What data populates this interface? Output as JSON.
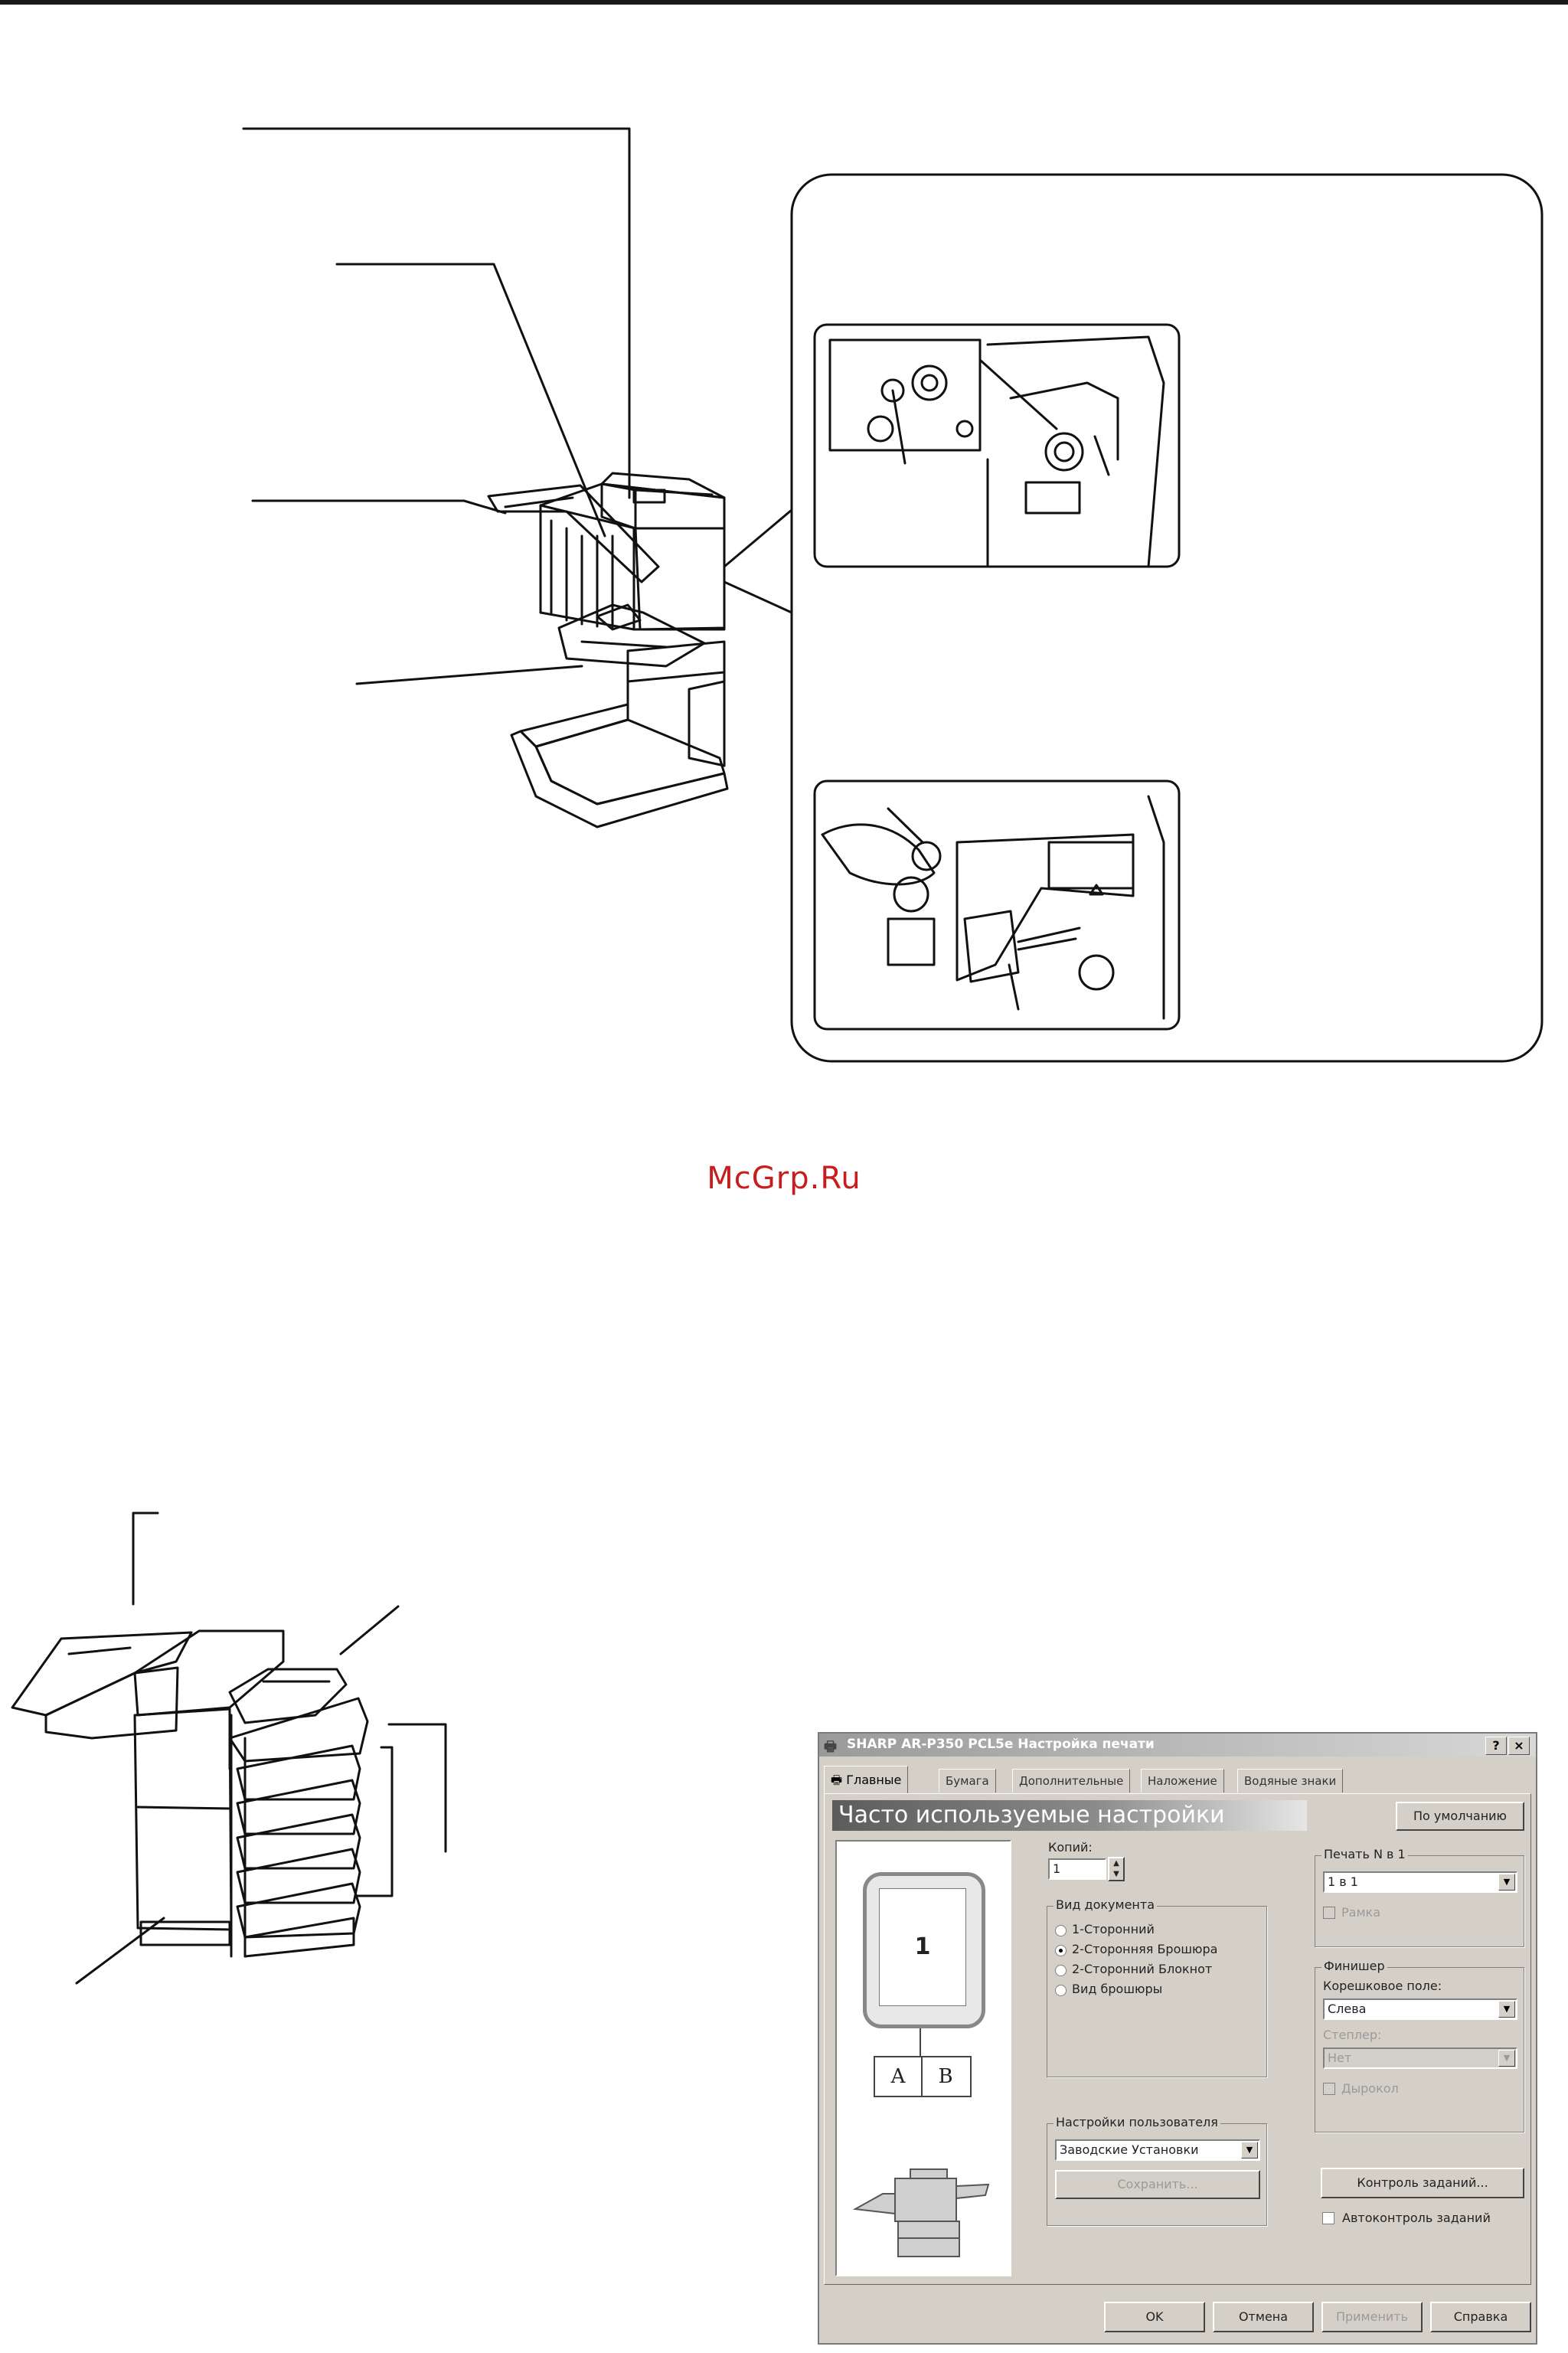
{
  "watermark": "McGrp.Ru",
  "dialog": {
    "title": "SHARP AR-P350 PCL5e Настройка печати",
    "help_button": "?",
    "close_button": "×",
    "tabs": [
      {
        "label": "Главные"
      },
      {
        "label": "Бумага"
      },
      {
        "label": "Дополнительные"
      },
      {
        "label": "Наложение"
      },
      {
        "label": "Водяные знаки"
      }
    ],
    "banner_title": "Часто используемые настройки",
    "default_button": "По умолчанию",
    "preview": {
      "page_number": "1",
      "booklet_left": "A",
      "booklet_right": "B"
    },
    "copies": {
      "label": "Копий:",
      "value": "1"
    },
    "document_style": {
      "title": "Вид документа",
      "options": [
        "1-Сторонний",
        "2-Сторонняя Брошюра",
        "2-Сторонний Блокнот",
        "Вид брошюры"
      ],
      "selected": 1
    },
    "n_up": {
      "title": "Печать N в 1",
      "value": "1 в 1",
      "borders_label": "Рамка"
    },
    "finisher": {
      "title": "Финишер",
      "binding_label": "Корешковое поле:",
      "binding_value": "Слева",
      "staple_label": "Степлер:",
      "staple_value": "Нет",
      "punch_label": "Дырокол"
    },
    "user_settings": {
      "title": "Настройки пользователя",
      "value": "Заводские Установки",
      "save_button": "Сохранить..."
    },
    "job_control_button": "Контроль заданий...",
    "auto_job_control_label": "Автоконтроль заданий",
    "footer": {
      "ok": "OK",
      "cancel": "Отмена",
      "apply": "Применить",
      "help": "Справка"
    }
  }
}
